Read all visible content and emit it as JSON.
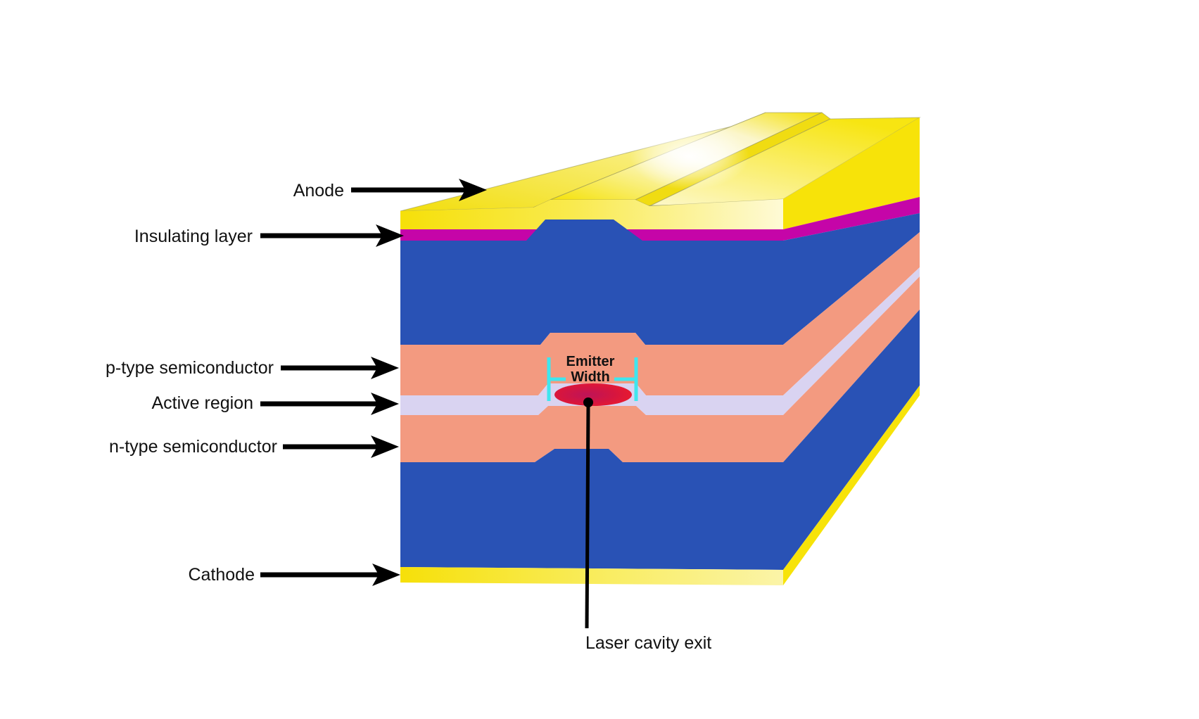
{
  "figure": {
    "type": "laser-diode-structure-diagram",
    "background": "#FFFFFF"
  },
  "labels": {
    "anode": "Anode",
    "insulating_layer": "Insulating layer",
    "p_type": "p-type semiconductor",
    "active_region": "Active region",
    "n_type": "n-type semiconductor",
    "cathode": "Cathode",
    "laser_cavity_exit": "Laser cavity exit",
    "emitter_width_line1": "Emitter",
    "emitter_width_line2": "Width"
  },
  "layers": [
    {
      "label": "Anode",
      "color": "#F7E309"
    },
    {
      "label": "Insulating layer",
      "color": "#C505A8"
    },
    {
      "label": "cladding (unlabeled)",
      "color": "#2952B5"
    },
    {
      "label": "p-type semiconductor",
      "color": "#F39A80"
    },
    {
      "label": "Active region",
      "color": "#D9D3F1"
    },
    {
      "label": "n-type semiconductor",
      "color": "#F39A80"
    },
    {
      "label": "substrate (unlabeled)",
      "color": "#2952B5"
    },
    {
      "label": "Cathode",
      "color": "#F7E309"
    }
  ],
  "colors": {
    "anode": "#F7E309",
    "insulating": "#C505A8",
    "cladding": "#2952B5",
    "p_type": "#F39A80",
    "active": "#D9D3F1",
    "n_type": "#F39A80",
    "cathode": "#F7E309",
    "emitter_spot_outer": "#EC1B2C",
    "emitter_spot_mid": "#D6153F",
    "emitter_spot_inner": "#BE1458",
    "bracket": "#3FE6EE",
    "arrow": "#000000",
    "background": "#FFFFFF"
  }
}
